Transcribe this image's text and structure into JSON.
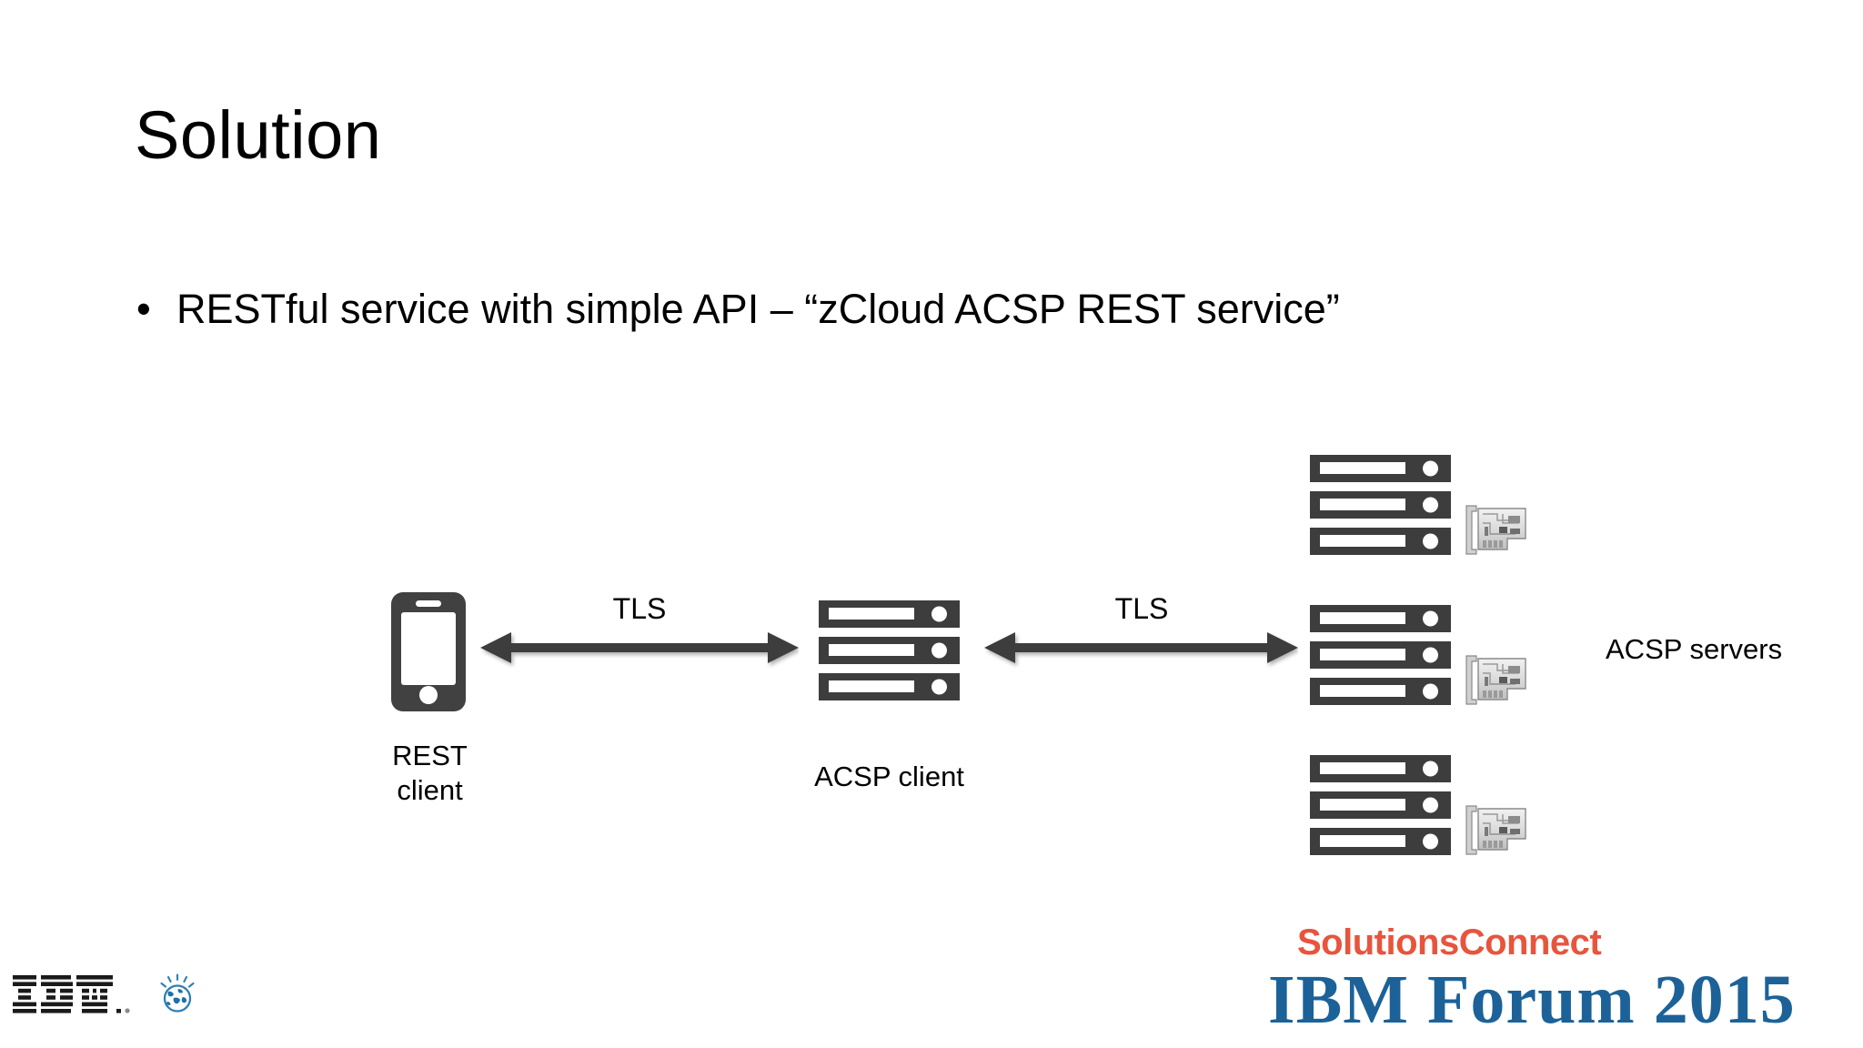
{
  "slide": {
    "title": "Solution",
    "bullets": [
      {
        "marker": "•",
        "text": "RESTful service with simple API – “zCloud ACSP REST service”"
      }
    ]
  },
  "diagram": {
    "nodes": [
      {
        "id": "rest-client",
        "icon": "mobile-phone-icon",
        "label": "REST\nclient"
      },
      {
        "id": "acsp-client",
        "icon": "server-stack-icon",
        "label": "ACSP client"
      },
      {
        "id": "acsp-servers",
        "icon": "server-stack-with-crypto-card-icon",
        "label": "ACSP servers"
      }
    ],
    "connections": [
      {
        "id": "conn-rest-to-acsp-client",
        "label": "TLS",
        "style": "double-headed-arrow"
      },
      {
        "id": "conn-acsp-client-to-servers",
        "label": "TLS",
        "style": "double-headed-arrow"
      }
    ],
    "server_stack_count": 3,
    "servers_per_stack": 3
  },
  "branding": {
    "ibm_logo_alt": "IBM",
    "smarter_planet_alt": "smarter planet globe",
    "forum_top": "SolutionsConnect",
    "forum_bottom": "IBM Forum 2015"
  },
  "colors": {
    "background": "#ffffff",
    "text": "#000000",
    "icon_dark": "#3d3d3d",
    "arrow": "#3d3d3d",
    "brand_orange": "#e8543c",
    "brand_blue": "#1c6298",
    "ibm_globe_blue": "#1f6fa8"
  }
}
